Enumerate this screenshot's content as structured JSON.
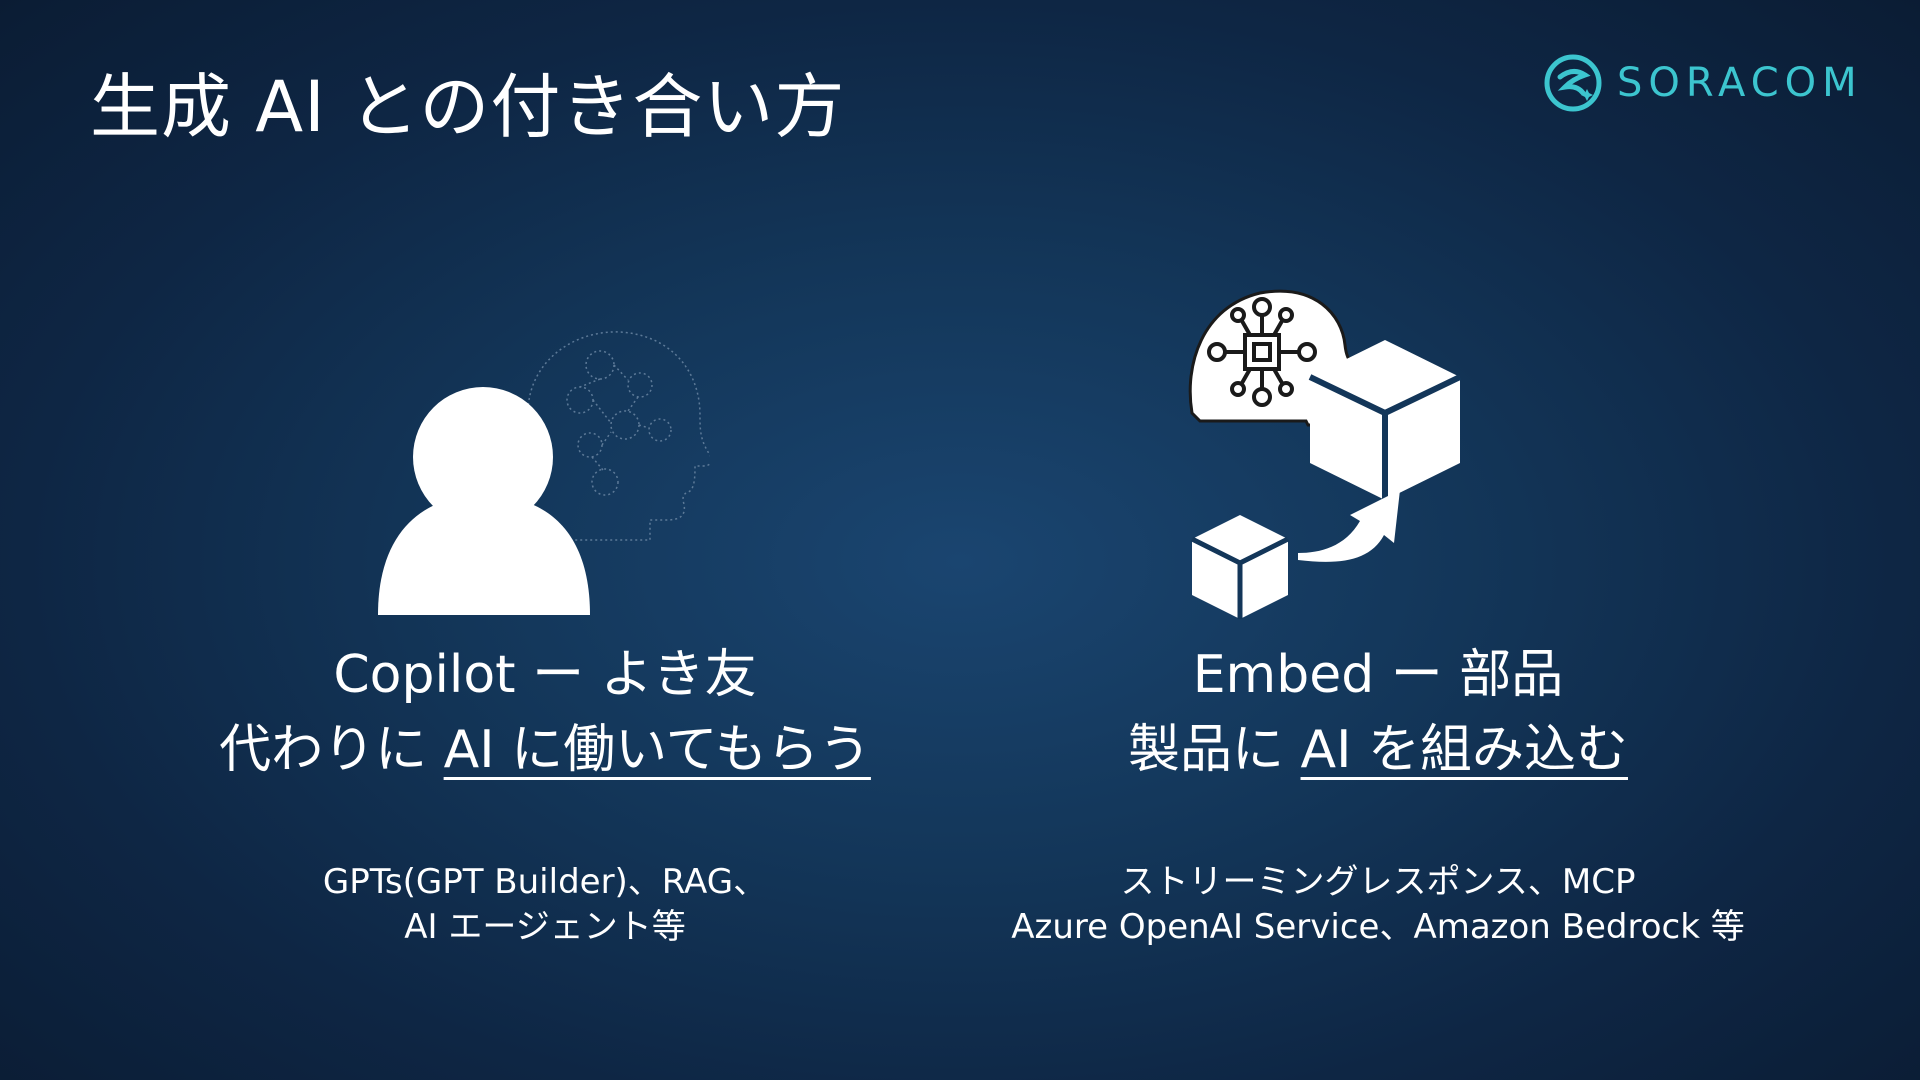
{
  "title": "生成 AI との付き合い方",
  "logo": {
    "text": "SORACOM",
    "icon": "soracom-logo-icon",
    "color": "#3cc5cf"
  },
  "left": {
    "heading_en": "Copilot",
    "dash": "ー",
    "heading_ja": "よき友",
    "sub_plain": "代わりに ",
    "sub_underlined": "AI に働いてもらう",
    "notes": [
      "GPTs(GPT Builder)、RAG、",
      "AI エージェント等"
    ],
    "illustration": [
      "person-icon",
      "ai-head-outline-icon"
    ]
  },
  "right": {
    "heading_en": "Embed",
    "dash": "ー",
    "heading_ja": "部品",
    "sub_plain": "製品に ",
    "sub_underlined": "AI を組み込む",
    "notes": [
      "ストリーミングレスポンス、MCP",
      "Azure OpenAI Service、Amazon Bedrock 等"
    ],
    "illustration": [
      "ai-head-chip-icon",
      "large-cube-icon",
      "small-cube-icon",
      "curved-arrow-icon"
    ]
  },
  "colors": {
    "background": "#133659",
    "text": "#ffffff",
    "accent": "#3cc5cf"
  }
}
